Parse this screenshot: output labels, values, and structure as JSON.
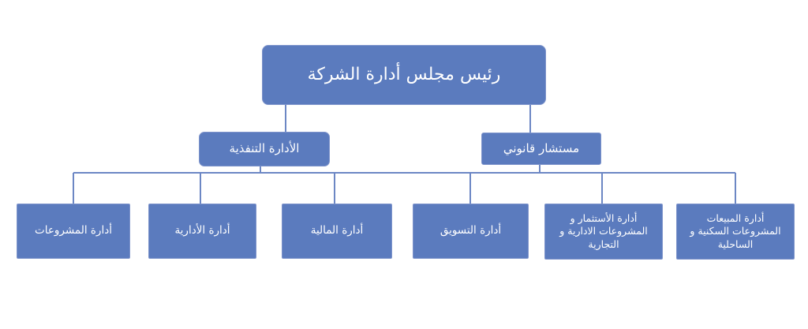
{
  "colors": {
    "node_fill": "#5b7bbe",
    "node_border": "#7e94cb",
    "connector": "#6c87c4",
    "node_text": "#ffffff",
    "background": "#ffffff"
  },
  "org_chart": {
    "root": {
      "label": "رئيس مجلس أدارة الشركة"
    },
    "level2": [
      {
        "id": "executive-management",
        "label": "الأدارة التنفذية"
      },
      {
        "id": "legal-advisor",
        "label": "مستشار قانوني"
      }
    ],
    "departments": [
      {
        "id": "projects",
        "label": "أدارة المشروعات"
      },
      {
        "id": "administrative",
        "label": "أدارة الأدارية"
      },
      {
        "id": "finance",
        "label": "أدارة المالية"
      },
      {
        "id": "marketing",
        "label": "أدارة التسويق"
      },
      {
        "id": "investment",
        "label": "أدارة الأستثمار و المشروعات الادارية و التجارية"
      },
      {
        "id": "sales",
        "label": "أدارة المبيعات المشروعات السكنية و الساحلية"
      }
    ]
  }
}
